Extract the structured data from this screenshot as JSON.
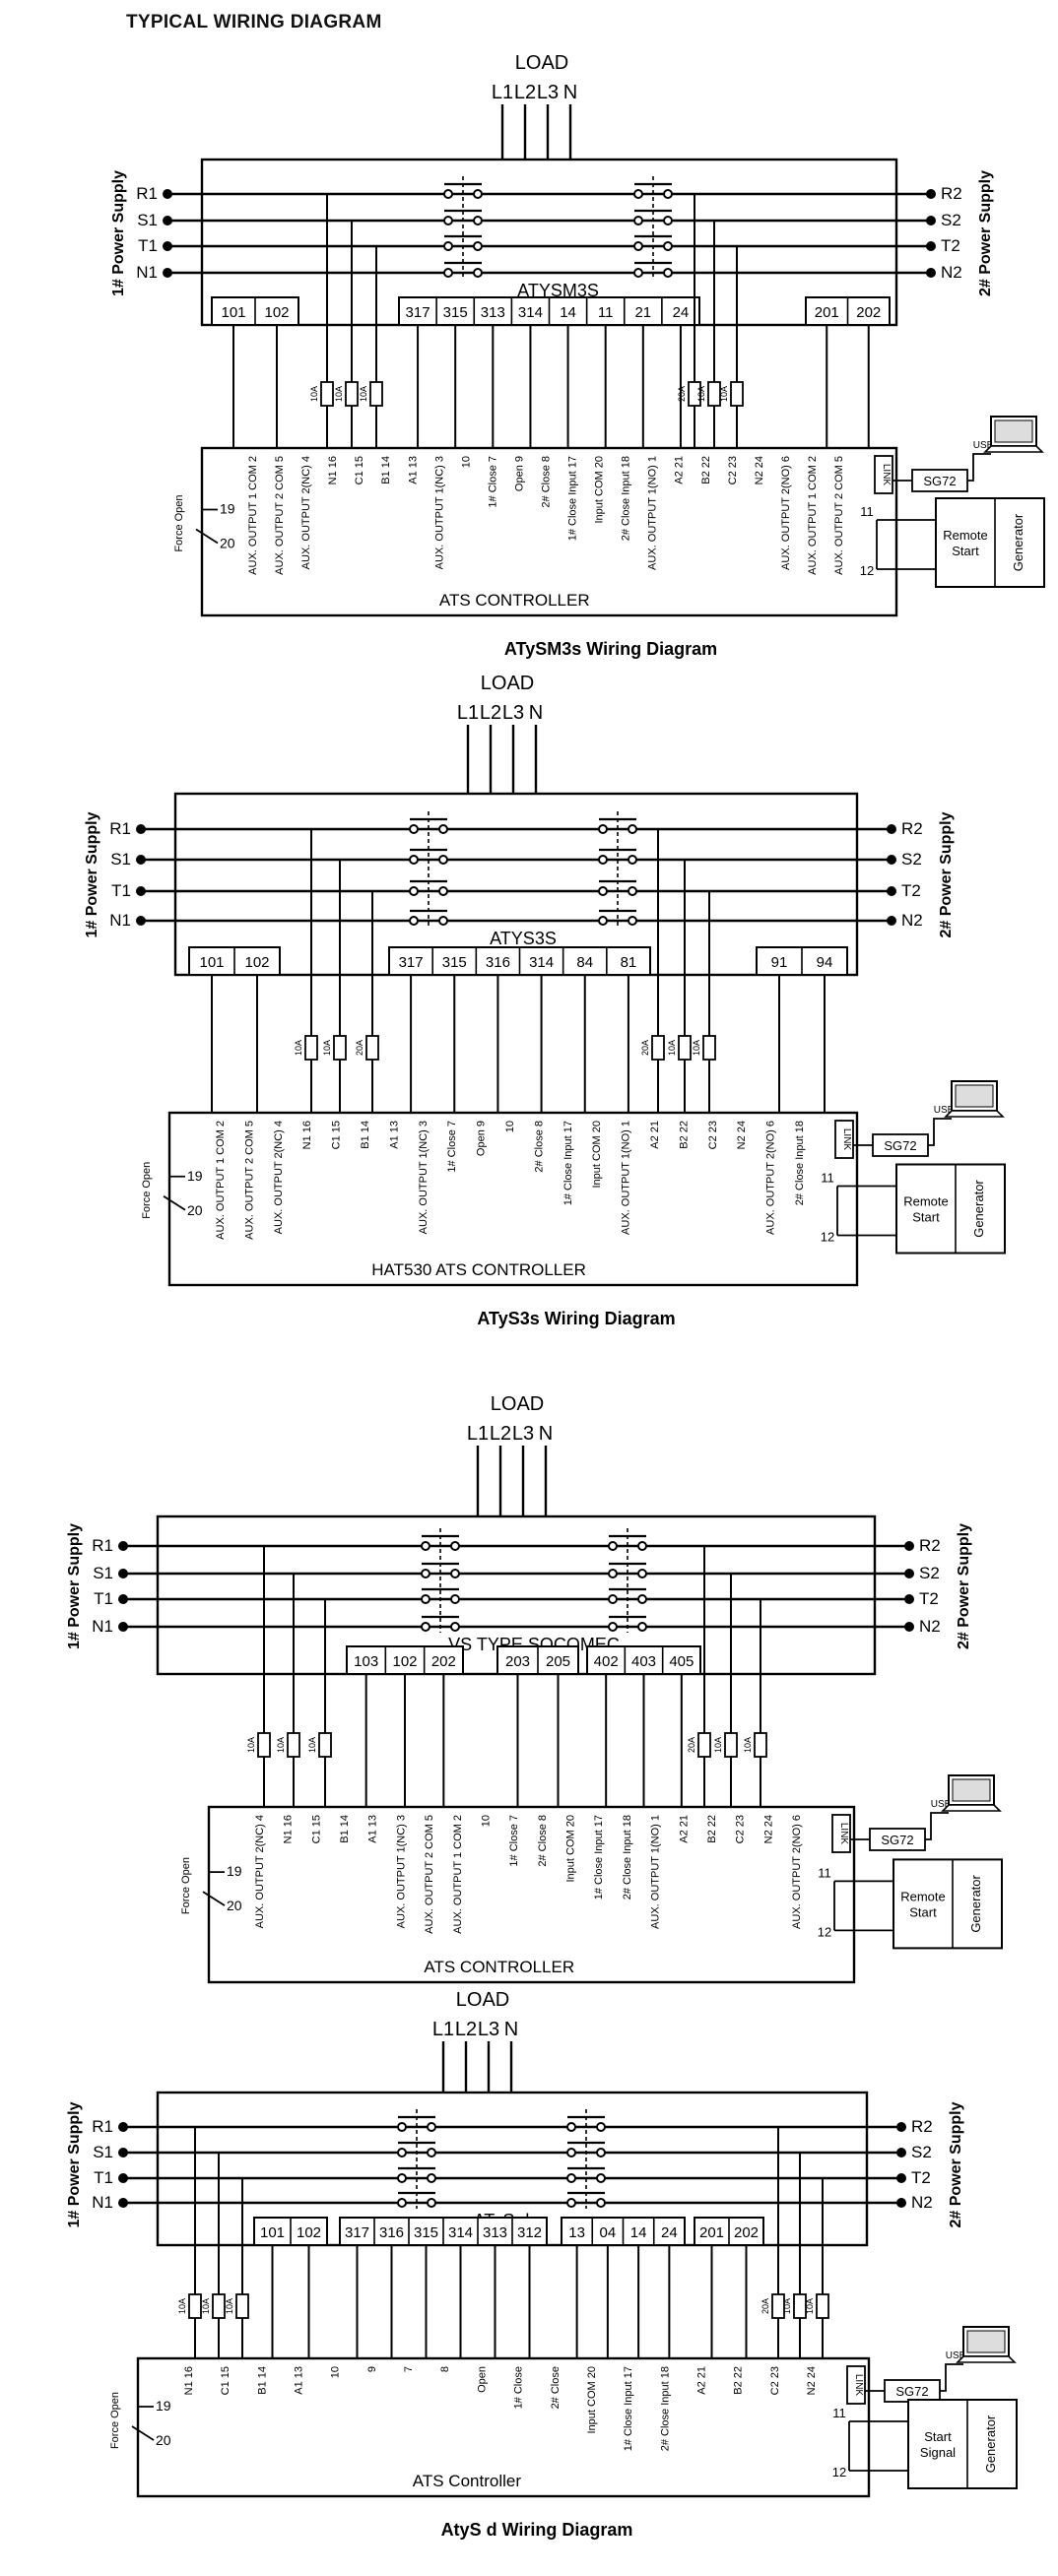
{
  "page_title": "TYPICAL WIRING DIAGRAM",
  "common": {
    "load": "LOAD",
    "load_lines": [
      "L1",
      "L2",
      "L3",
      "N"
    ],
    "supply1_phases": [
      "R1",
      "S1",
      "T1",
      "N1"
    ],
    "supply2_phases": [
      "R2",
      "S2",
      "T2",
      "N2"
    ],
    "supply1_label": "1# Power Supply",
    "supply2_label": "2# Power Supply",
    "force_open": "Force Open",
    "usb": "USB",
    "sg72": "SG72",
    "link": "LINK",
    "remote_start": "Remote Start",
    "generator": "Generator",
    "terminals_19_20": [
      "19",
      "20"
    ],
    "terminals_11_12": [
      "11",
      "12"
    ]
  },
  "diagrams": [
    {
      "caption": "ATySM3s Wiring Diagram",
      "switch_label": "ATYSM3S",
      "controller_label": "ATS CONTROLLER",
      "fuses": [
        "10A",
        "10A",
        "10A",
        "20A",
        "10A",
        "10A"
      ],
      "terminal_blocks": [
        [
          "101",
          "102"
        ],
        [
          "317",
          "315",
          "313",
          "314",
          "14",
          "11",
          "21",
          "24"
        ],
        [
          "201",
          "202"
        ]
      ],
      "ctrl_terminals": [
        "AUX. OUTPUT 1 COM 2",
        "AUX. OUTPUT 2 COM 5",
        "AUX. OUTPUT 2(NC) 4",
        "N1 16",
        "C1 15",
        "B1 14",
        "A1 13",
        "AUX. OUTPUT 1(NC) 3",
        "10",
        "1# Close 7",
        "Open 9",
        "2# Close 8",
        "1# Close Input 17",
        "Input COM 20",
        "2# Close Input 18",
        "AUX. OUTPUT 1(NO) 1",
        "A2 21",
        "B2 22",
        "C2 23",
        "N2 24",
        "AUX. OUTPUT 2(NO) 6",
        "AUX. OUTPUT 1 COM 2",
        "AUX. OUTPUT 2 COM 5"
      ]
    },
    {
      "caption": "ATyS3s Wiring Diagram",
      "switch_label": "ATYS3S",
      "controller_label": "HAT530 ATS CONTROLLER",
      "fuses": [
        "10A",
        "10A",
        "20A",
        "20A",
        "10A",
        "10A"
      ],
      "terminal_blocks": [
        [
          "101",
          "102"
        ],
        [
          "317",
          "315",
          "316",
          "314",
          "84",
          "81"
        ],
        [
          "91",
          "94"
        ]
      ],
      "ctrl_terminals": [
        "AUX. OUTPUT 1 COM 2",
        "AUX. OUTPUT 2 COM 5",
        "AUX. OUTPUT 2(NC) 4",
        "N1 16",
        "C1 15",
        "B1 14",
        "A1 13",
        "AUX. OUTPUT 1(NC) 3",
        "1# Close 7",
        "Open 9",
        "10",
        "2# Close 8",
        "1# Close Input 17",
        "Input COM 20",
        "AUX. OUTPUT 1(NO) 1",
        "A2 21",
        "B2 22",
        "C2 23",
        "N2 24",
        "AUX. OUTPUT 2(NO) 6",
        "2# Close Input 18"
      ]
    },
    {
      "caption": "",
      "switch_label": "VS TYPE SOCOMEC",
      "controller_label": "ATS CONTROLLER",
      "fuses": [
        "10A",
        "10A",
        "10A",
        "20A",
        "10A",
        "10A"
      ],
      "terminal_blocks": [
        [
          "103",
          "102",
          "202"
        ],
        [
          "203",
          "205"
        ],
        [
          "402",
          "403",
          "405"
        ]
      ],
      "ctrl_terminals": [
        "AUX. OUTPUT 2(NC) 4",
        "N1 16",
        "C1 15",
        "B1 14",
        "A1 13",
        "AUX. OUTPUT 1(NC) 3",
        "AUX. OUTPUT 2 COM 5",
        "AUX. OUTPUT 1 COM 2",
        "10",
        "1# Close 7",
        "2# Close 8",
        "Input COM 20",
        "1# Close Input 17",
        "2# Close Input 18",
        "AUX. OUTPUT 1(NO) 1",
        "A2 21",
        "B2 22",
        "C2 23",
        "N2 24",
        "AUX. OUTPUT 2(NO) 6"
      ]
    },
    {
      "caption": "AtyS d Wiring Diagram",
      "switch_label": "ATyS d",
      "controller_label": "ATS Controller",
      "fuses": [
        "10A",
        "10A",
        "10A",
        "20A",
        "10A",
        "10A"
      ],
      "terminal_blocks": [
        [
          "101",
          "102"
        ],
        [
          "317",
          "316",
          "315",
          "314",
          "313",
          "312"
        ],
        [
          "13",
          "04",
          "14",
          "24"
        ],
        [
          "201",
          "202"
        ]
      ],
      "ctrl_terminals": [
        "N1 16",
        "C1 15",
        "B1 14",
        "A1 13",
        "10",
        "9",
        "7",
        "8",
        "Open",
        "1# Close",
        "2# Close",
        "Input COM 20",
        "1# Close Input 17",
        "2# Close Input 18",
        "A2 21",
        "B2 22",
        "C2 23",
        "N2 24"
      ],
      "start_signal": "Start Signal"
    }
  ]
}
